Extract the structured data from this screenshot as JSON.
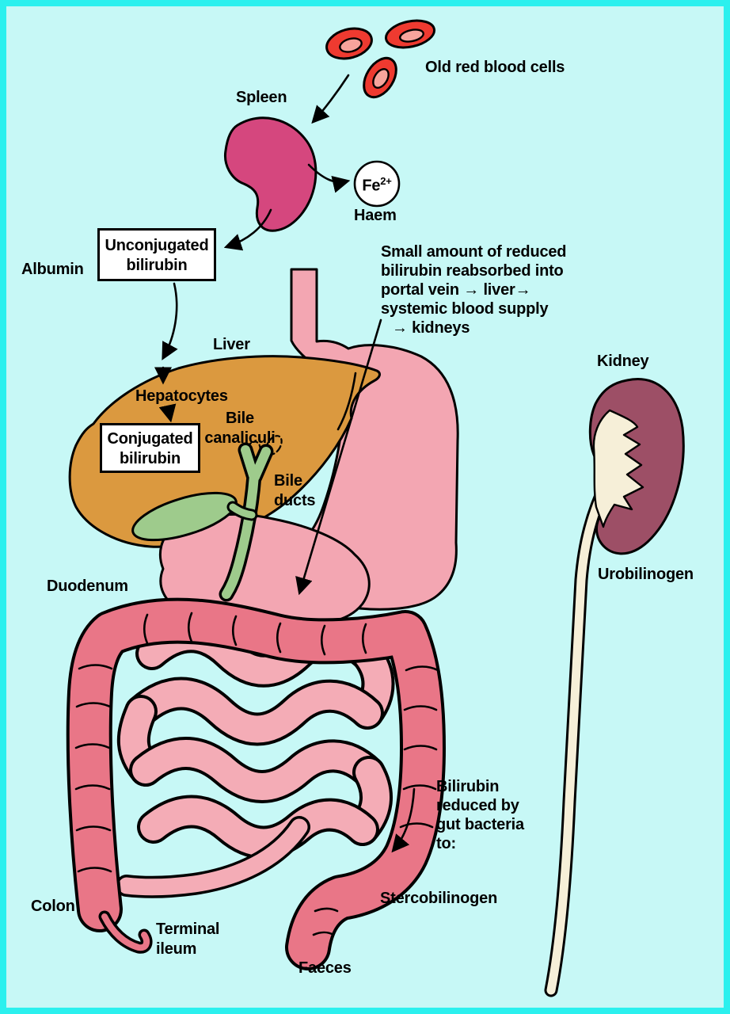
{
  "labels": {
    "old_red_blood_cells": "Old red blood cells",
    "spleen": "Spleen",
    "fe": "Fe",
    "fe_superscript": "2+",
    "haem": "Haem",
    "albumin": "Albumin",
    "liver": "Liver",
    "hepatocytes": "Hepatocytes",
    "kidney": "Kidney",
    "urobilinogen": "Urobilinogen",
    "duodenum": "Duodenum",
    "stercobilinogen": "Stercobilinogen",
    "colon": "Colon",
    "faeces": "Faeces"
  },
  "boxes": {
    "unconjugated": {
      "line1": "Unconjugated",
      "line2": "bilirubin"
    },
    "conjugated": {
      "line1": "Conjugated",
      "line2": "bilirubin"
    }
  },
  "multiline": {
    "bile_canaliculi": {
      "line1": "Bile",
      "line2": "canaliculi"
    },
    "bile_ducts": {
      "line1": "Bile",
      "line2": "ducts"
    },
    "terminal_ileum": {
      "line1": "Terminal",
      "line2": "ileum"
    }
  },
  "notes": {
    "reabsorption": {
      "lines": [
        "Small amount of reduced",
        "bilirubin reabsorbed into",
        "portal vein → liver→",
        "systemic blood supply",
        "→ kidneys"
      ]
    },
    "gut_bacteria": {
      "lines": [
        "Bilirubin",
        "reduced by",
        "gut bacteria",
        "to:"
      ]
    }
  },
  "colors": {
    "background": "#c7f8f6",
    "frame_border": "#2bf0ee",
    "ink": "#000000",
    "rbc": "#ee3a30",
    "rbc_inner": "#f7a49c",
    "spleen": "#d5477e",
    "liver": "#db993f",
    "stomach": "#f3a6b2",
    "intestine": "#f4acb6",
    "colon": "#e97687",
    "bile": "#9ecb8c",
    "kidney": "#9d4f66",
    "cream": "#f6efd8",
    "box_fill": "#ffffff"
  }
}
